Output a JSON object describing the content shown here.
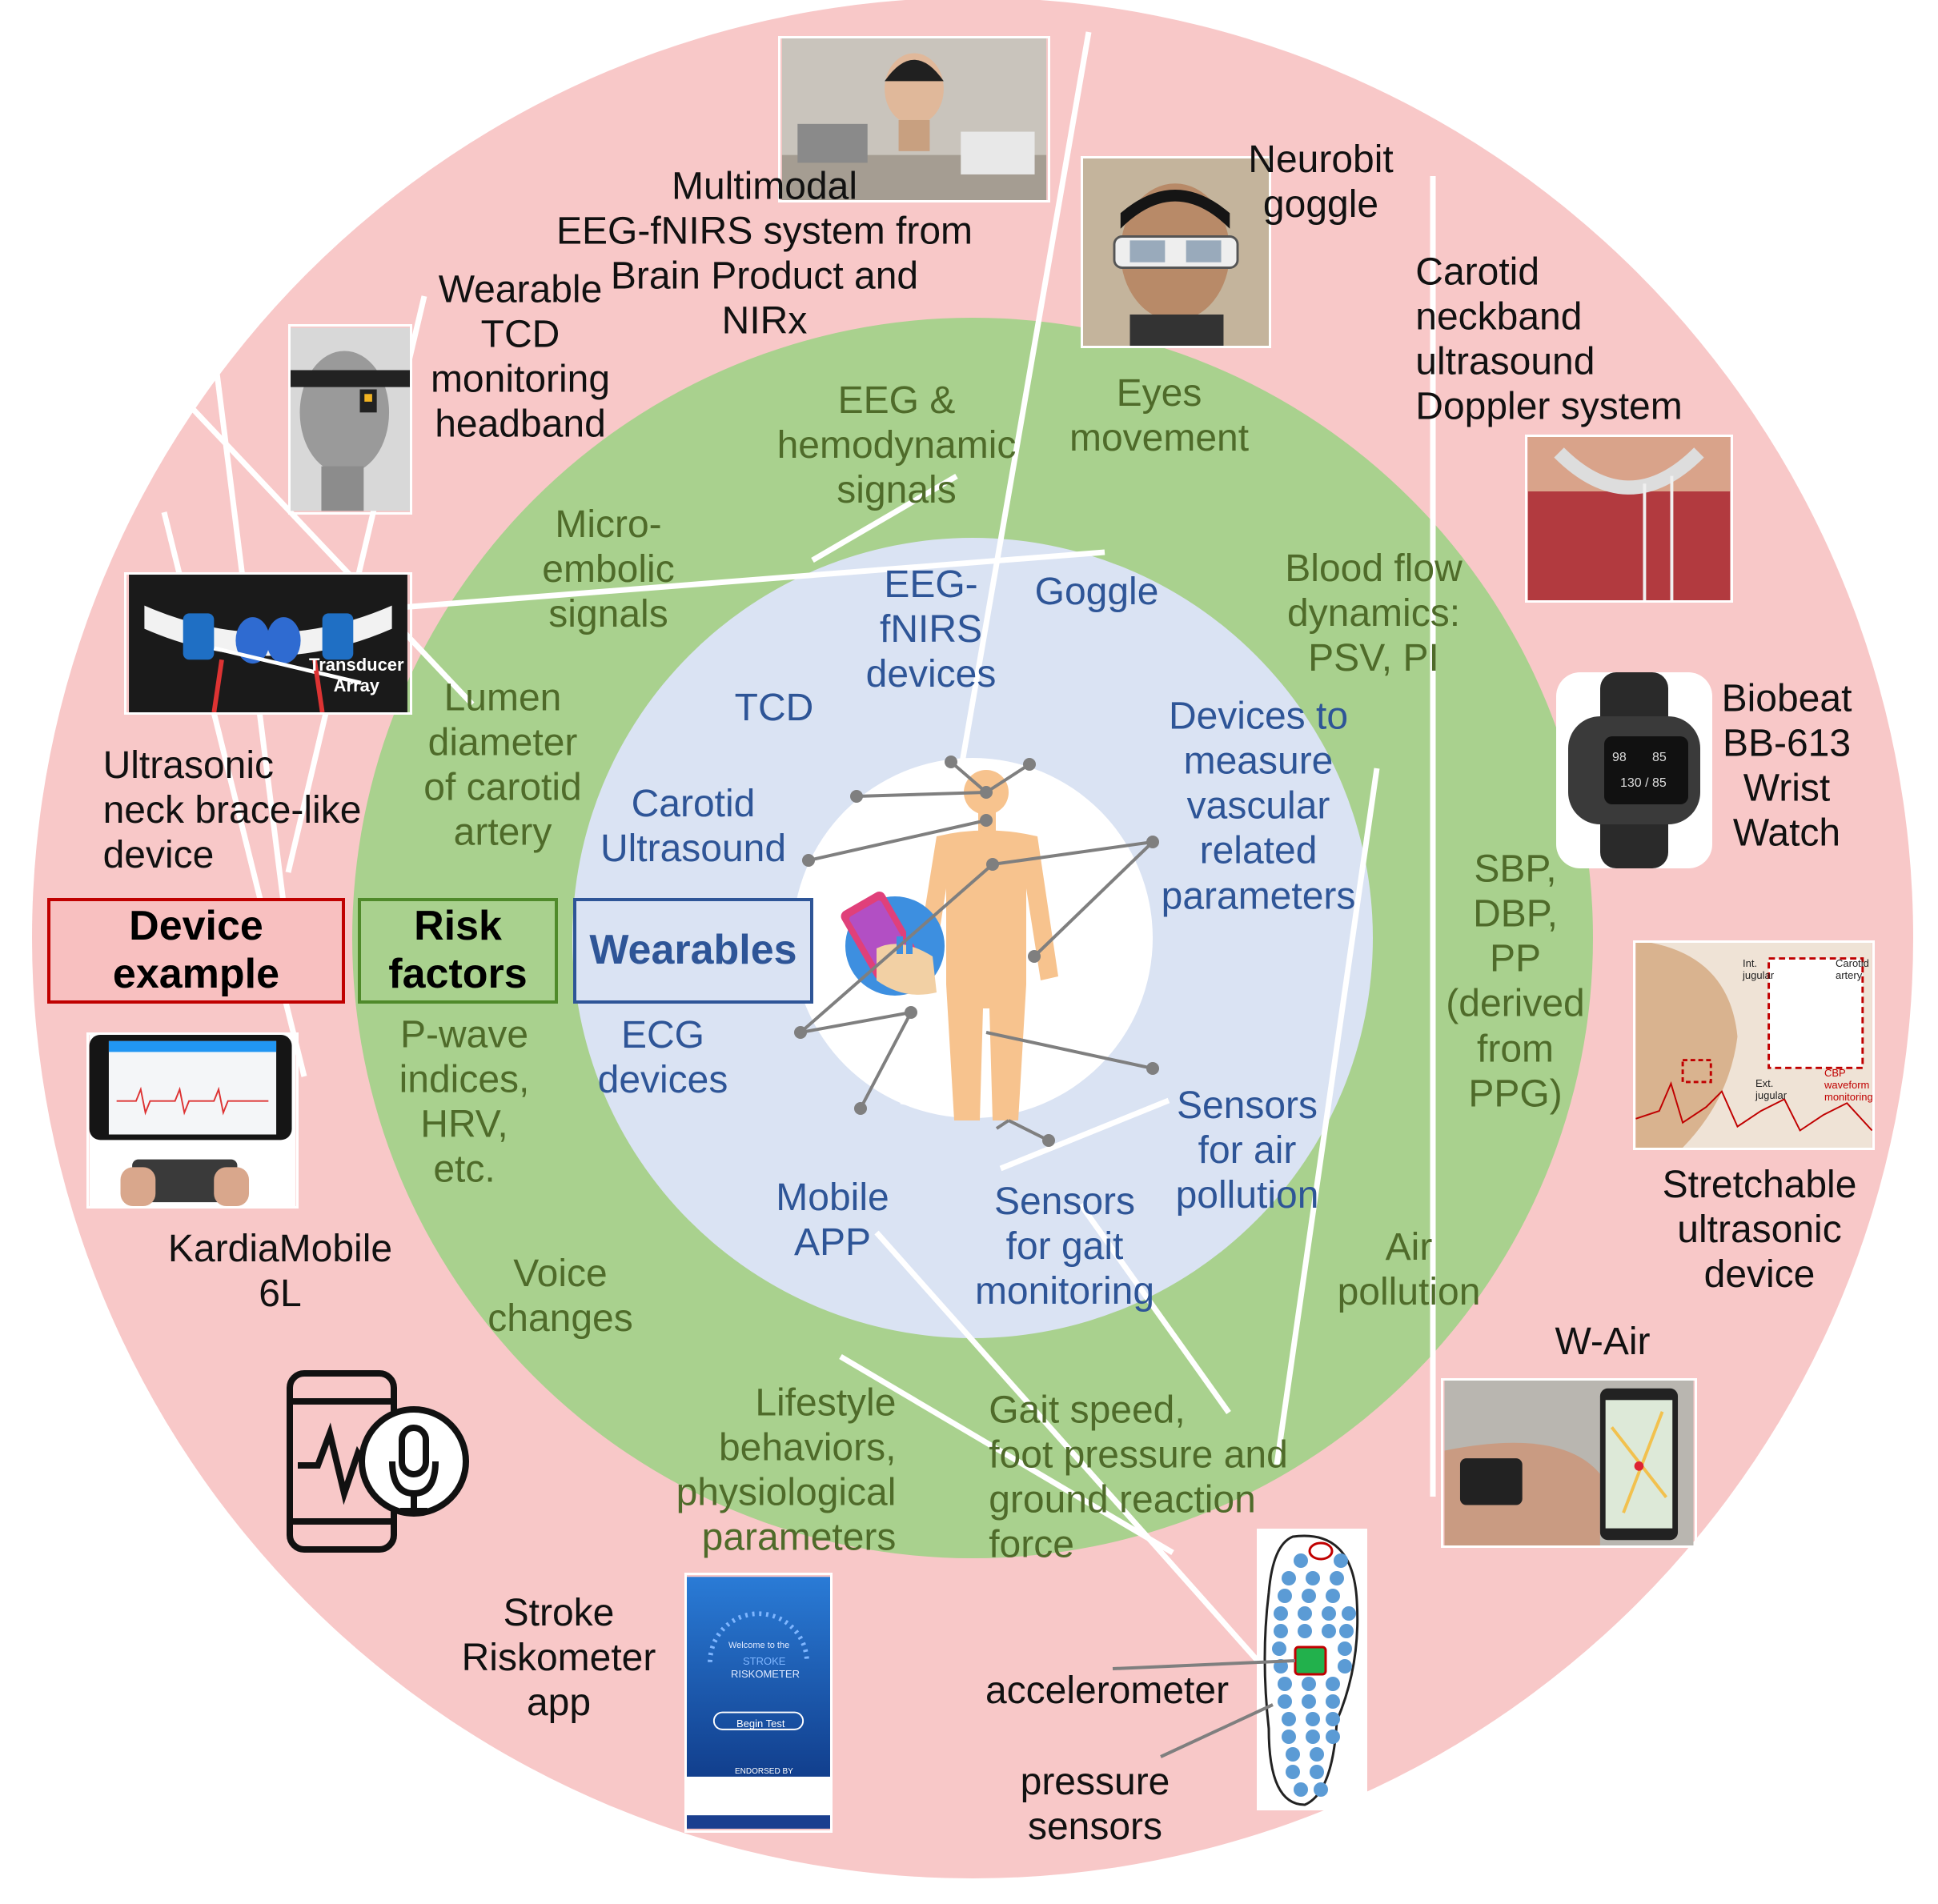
{
  "legend": {
    "device_example": "Device example",
    "risk_factors": "Risk factors",
    "wearables": "Wearables"
  },
  "device_examples": [
    {
      "id": "eeg-fnirs",
      "label": "Multimodal\nEEG-fNIRS system from\nBrain Product and\nNIRx"
    },
    {
      "id": "neurobit",
      "label": "Neurobit\ngoggle"
    },
    {
      "id": "carotid-neckband",
      "label": "Carotid\nneckband\nultrasound\nDoppler system"
    },
    {
      "id": "biobeat",
      "label": "Biobeat\nBB-613\nWrist\nWatch"
    },
    {
      "id": "stretchable",
      "label": "Stretchable\nultrasonic\ndevice"
    },
    {
      "id": "w-air",
      "label": "W-Air"
    },
    {
      "id": "stroke-riskometer",
      "label": "Stroke\nRiskometer\napp"
    },
    {
      "id": "kardia",
      "label": "KardiaMobile\n6L"
    },
    {
      "id": "neck-brace",
      "label": "Ultrasonic\nneck brace-like\ndevice"
    },
    {
      "id": "tcd-headband",
      "label": "Wearable\nTCD\nmonitoring\nheadband"
    }
  ],
  "insole_annotations": {
    "accelerometer": "accelerometer",
    "pressure_sensors": "pressure\nsensors"
  },
  "risk_factors": [
    {
      "id": "eeg-hemo",
      "label": "EEG &\nhemodynamic\nsignals"
    },
    {
      "id": "eyes",
      "label": "Eyes\nmovement"
    },
    {
      "id": "blood-flow",
      "label": "Blood flow\ndynamics:\nPSV, PI"
    },
    {
      "id": "bp",
      "label": "SBP,\nDBP,\nPP\n(derived\nfrom\nPPG)"
    },
    {
      "id": "air",
      "label": "Air\npollution"
    },
    {
      "id": "gait",
      "label": "Gait speed,\nfoot pressure and\nground reaction\nforce"
    },
    {
      "id": "lifestyle",
      "label": "Lifestyle\nbehaviors,\nphysiological\nparameters"
    },
    {
      "id": "voice",
      "label": "Voice\nchanges"
    },
    {
      "id": "pwave",
      "label": "P-wave\nindices,\nHRV,\netc."
    },
    {
      "id": "lumen",
      "label": "Lumen\ndiameter\nof carotid\nartery"
    },
    {
      "id": "microembolic",
      "label": "Micro-\nembolic\nsignals"
    }
  ],
  "wearables": [
    {
      "id": "eeg-fnirs-devices",
      "label": "EEG-\nfNIRS\ndevices"
    },
    {
      "id": "goggle",
      "label": "Goggle"
    },
    {
      "id": "vascular",
      "label": "Devices to\nmeasure\nvascular\nrelated\nparameters"
    },
    {
      "id": "air-sensors",
      "label": "Sensors\nfor air\npollution"
    },
    {
      "id": "gait-sensors",
      "label": "Sensors\nfor gait\nmonitoring"
    },
    {
      "id": "mobile-app",
      "label": "Mobile\nAPP"
    },
    {
      "id": "ecg",
      "label": "ECG\ndevices"
    },
    {
      "id": "carotid-us",
      "label": "Carotid\nUltrasound"
    },
    {
      "id": "tcd",
      "label": "TCD"
    }
  ],
  "photo_text": {
    "transducer": "Transducer\nArray",
    "int_jugular": "Int.\njugular",
    "carotid_artery": "Carotid\nartery",
    "ext_jugular": "Ext.\njugular",
    "cbp": "CBP\nwaveform\nmonitoring",
    "welcome": "Welcome to the",
    "stroke": "STROKE",
    "riskometer": "RISKOMETER",
    "begin_test": "Begin Test",
    "endorsed": "ENDORSED BY",
    "watch_readings": [
      "98",
      "85",
      "130 / 85"
    ]
  },
  "colors": {
    "outer_ring": "#f8c8c8",
    "middle_ring": "#a9d18e",
    "inner_ring": "#dae3f3",
    "center": "#ffffff",
    "device_text": "#111111",
    "risk_text": "#4f6b2a",
    "wearable_text": "#2e5597",
    "body": "#f7c38e",
    "connector": "#7f7f7f"
  }
}
